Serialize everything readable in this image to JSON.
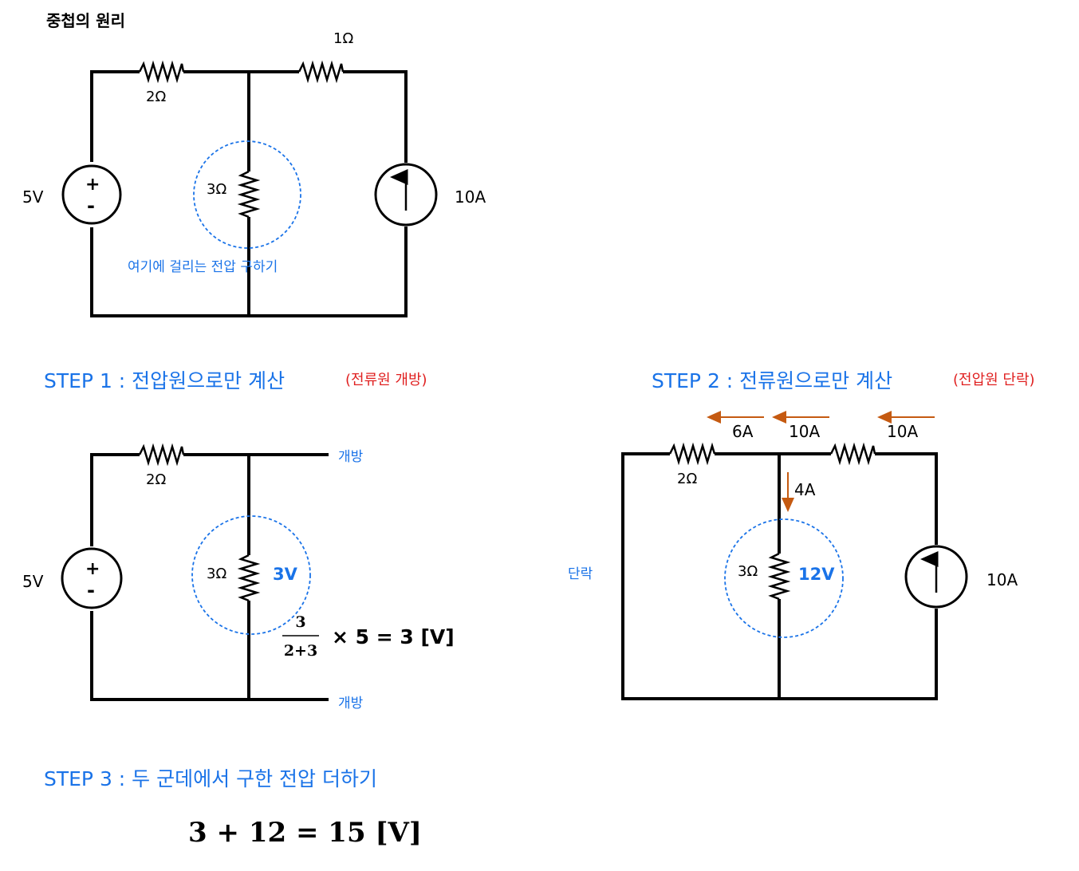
{
  "title": "중첩의 원리",
  "colors": {
    "blue": "#1a73e8",
    "red": "#e02020",
    "orange": "#c55a11",
    "wire": "#000000"
  },
  "circuit1": {
    "r_left": "2Ω",
    "r_top": "1Ω",
    "r_mid": "3Ω",
    "vsrc": "5V",
    "isrc": "10A",
    "plus": "+",
    "minus": "-",
    "note": "여기에 걸리는 전압 구하기"
  },
  "step1": {
    "heading": "STEP 1 : 전압원으로만 계산",
    "paren": "(전류원 개방)",
    "open_top": "개방",
    "open_bottom": "개방",
    "r_left": "2Ω",
    "r_mid": "3Ω",
    "vsrc": "5V",
    "plus": "+",
    "minus": "-",
    "result": "3V",
    "frac_num": "3",
    "frac_den": "2+3",
    "formula": "× 5 = 3  [V]"
  },
  "step2": {
    "heading": "STEP 2 : 전류원으로만 계산",
    "paren": "(전압원 단락)",
    "short": "단락",
    "r_left": "2Ω",
    "r_mid": "3Ω",
    "isrc": "10A",
    "result": "12V",
    "i_6a": "6A",
    "i_10a_a": "10A",
    "i_10a_b": "10A",
    "i_4a": "4A"
  },
  "step3": {
    "heading": "STEP 3 : 두 군데에서 구한 전압 더하기",
    "formula": "3 + 12 = 15  [V]"
  }
}
